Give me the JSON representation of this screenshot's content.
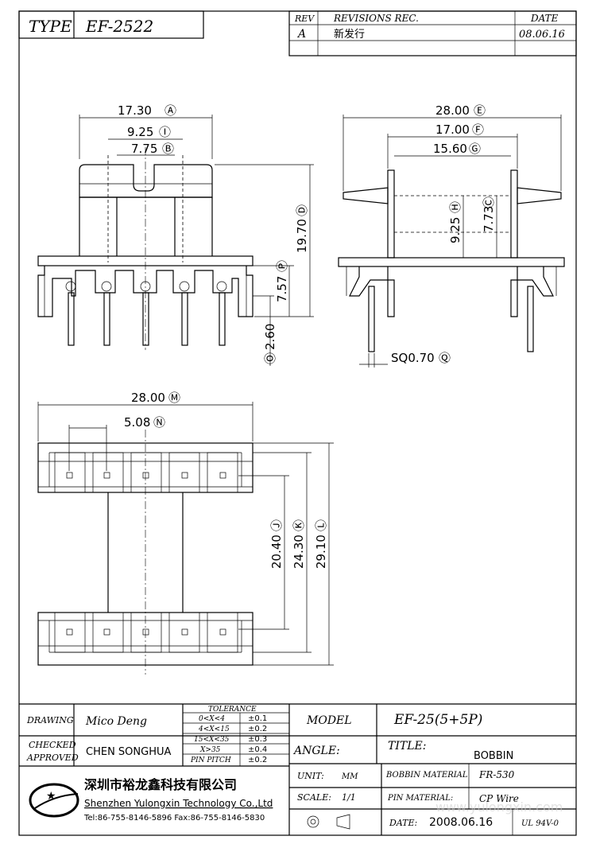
{
  "header": {
    "type_label": "TYPE",
    "type_value": "EF-2522",
    "rev_label": "REV",
    "revisions_label": "REVISIONS REC.",
    "date_label": "DATE",
    "rev_value": "A",
    "revision_text": "新发行",
    "revision_date": "08.06.16"
  },
  "dimensions": {
    "A": "17.30",
    "I": "9.25",
    "B": "7.75",
    "D": "19.70",
    "P": "7.57",
    "O": "2.60",
    "E": "28.00",
    "F": "17.00",
    "G": "15.60",
    "H": "9.25",
    "C": "7.73",
    "Q": "SQ0.70",
    "M": "28.00",
    "N": "5.08",
    "J": "20.40",
    "K": "24.30",
    "L": "29.10"
  },
  "title_block": {
    "drawing_label": "DRAWING",
    "drawing_value": "Mico Deng",
    "checked_label": "CHECKED",
    "approved_label": "APPROVED",
    "checked_value": "CHEN SONGHUA",
    "tolerance_title": "TOLERANCE",
    "tolerance_rows": [
      {
        "range": "0<X<4",
        "value": "±0.1"
      },
      {
        "range": "4<X<15",
        "value": "±0.2"
      },
      {
        "range": "15<X<35",
        "value": "±0.3"
      },
      {
        "range": "X>35",
        "value": "±0.4"
      },
      {
        "range": "PIN PITCH",
        "value": "±0.2"
      }
    ],
    "model_label": "MODEL",
    "model_value": "EF-25(5+5P)",
    "angle_label": "ANGLE:",
    "title_label": "TITLE:",
    "title_value": "BOBBIN",
    "unit_label": "UNIT:",
    "unit_value": "MM",
    "scale_label": "SCALE:",
    "scale_value": "1/1",
    "bobbin_material_label": "BOBBIN MATERIAL",
    "bobbin_material_value": "FR-530",
    "pin_material_label": "PIN MATERIAL:",
    "pin_material_value": "CP Wire",
    "date_label": "DATE:",
    "date_value": "2008.06.16",
    "rating_value": "UL 94V-0",
    "company_cn": "深圳市裕龙鑫科技有限公司",
    "company_en": "Shenzhen Yulongxin Technology Co.,Ltd",
    "contact": "Tel:86-755-8146-5896  Fax:86-755-8146-5830",
    "watermark": "www.yulongxin.com"
  }
}
